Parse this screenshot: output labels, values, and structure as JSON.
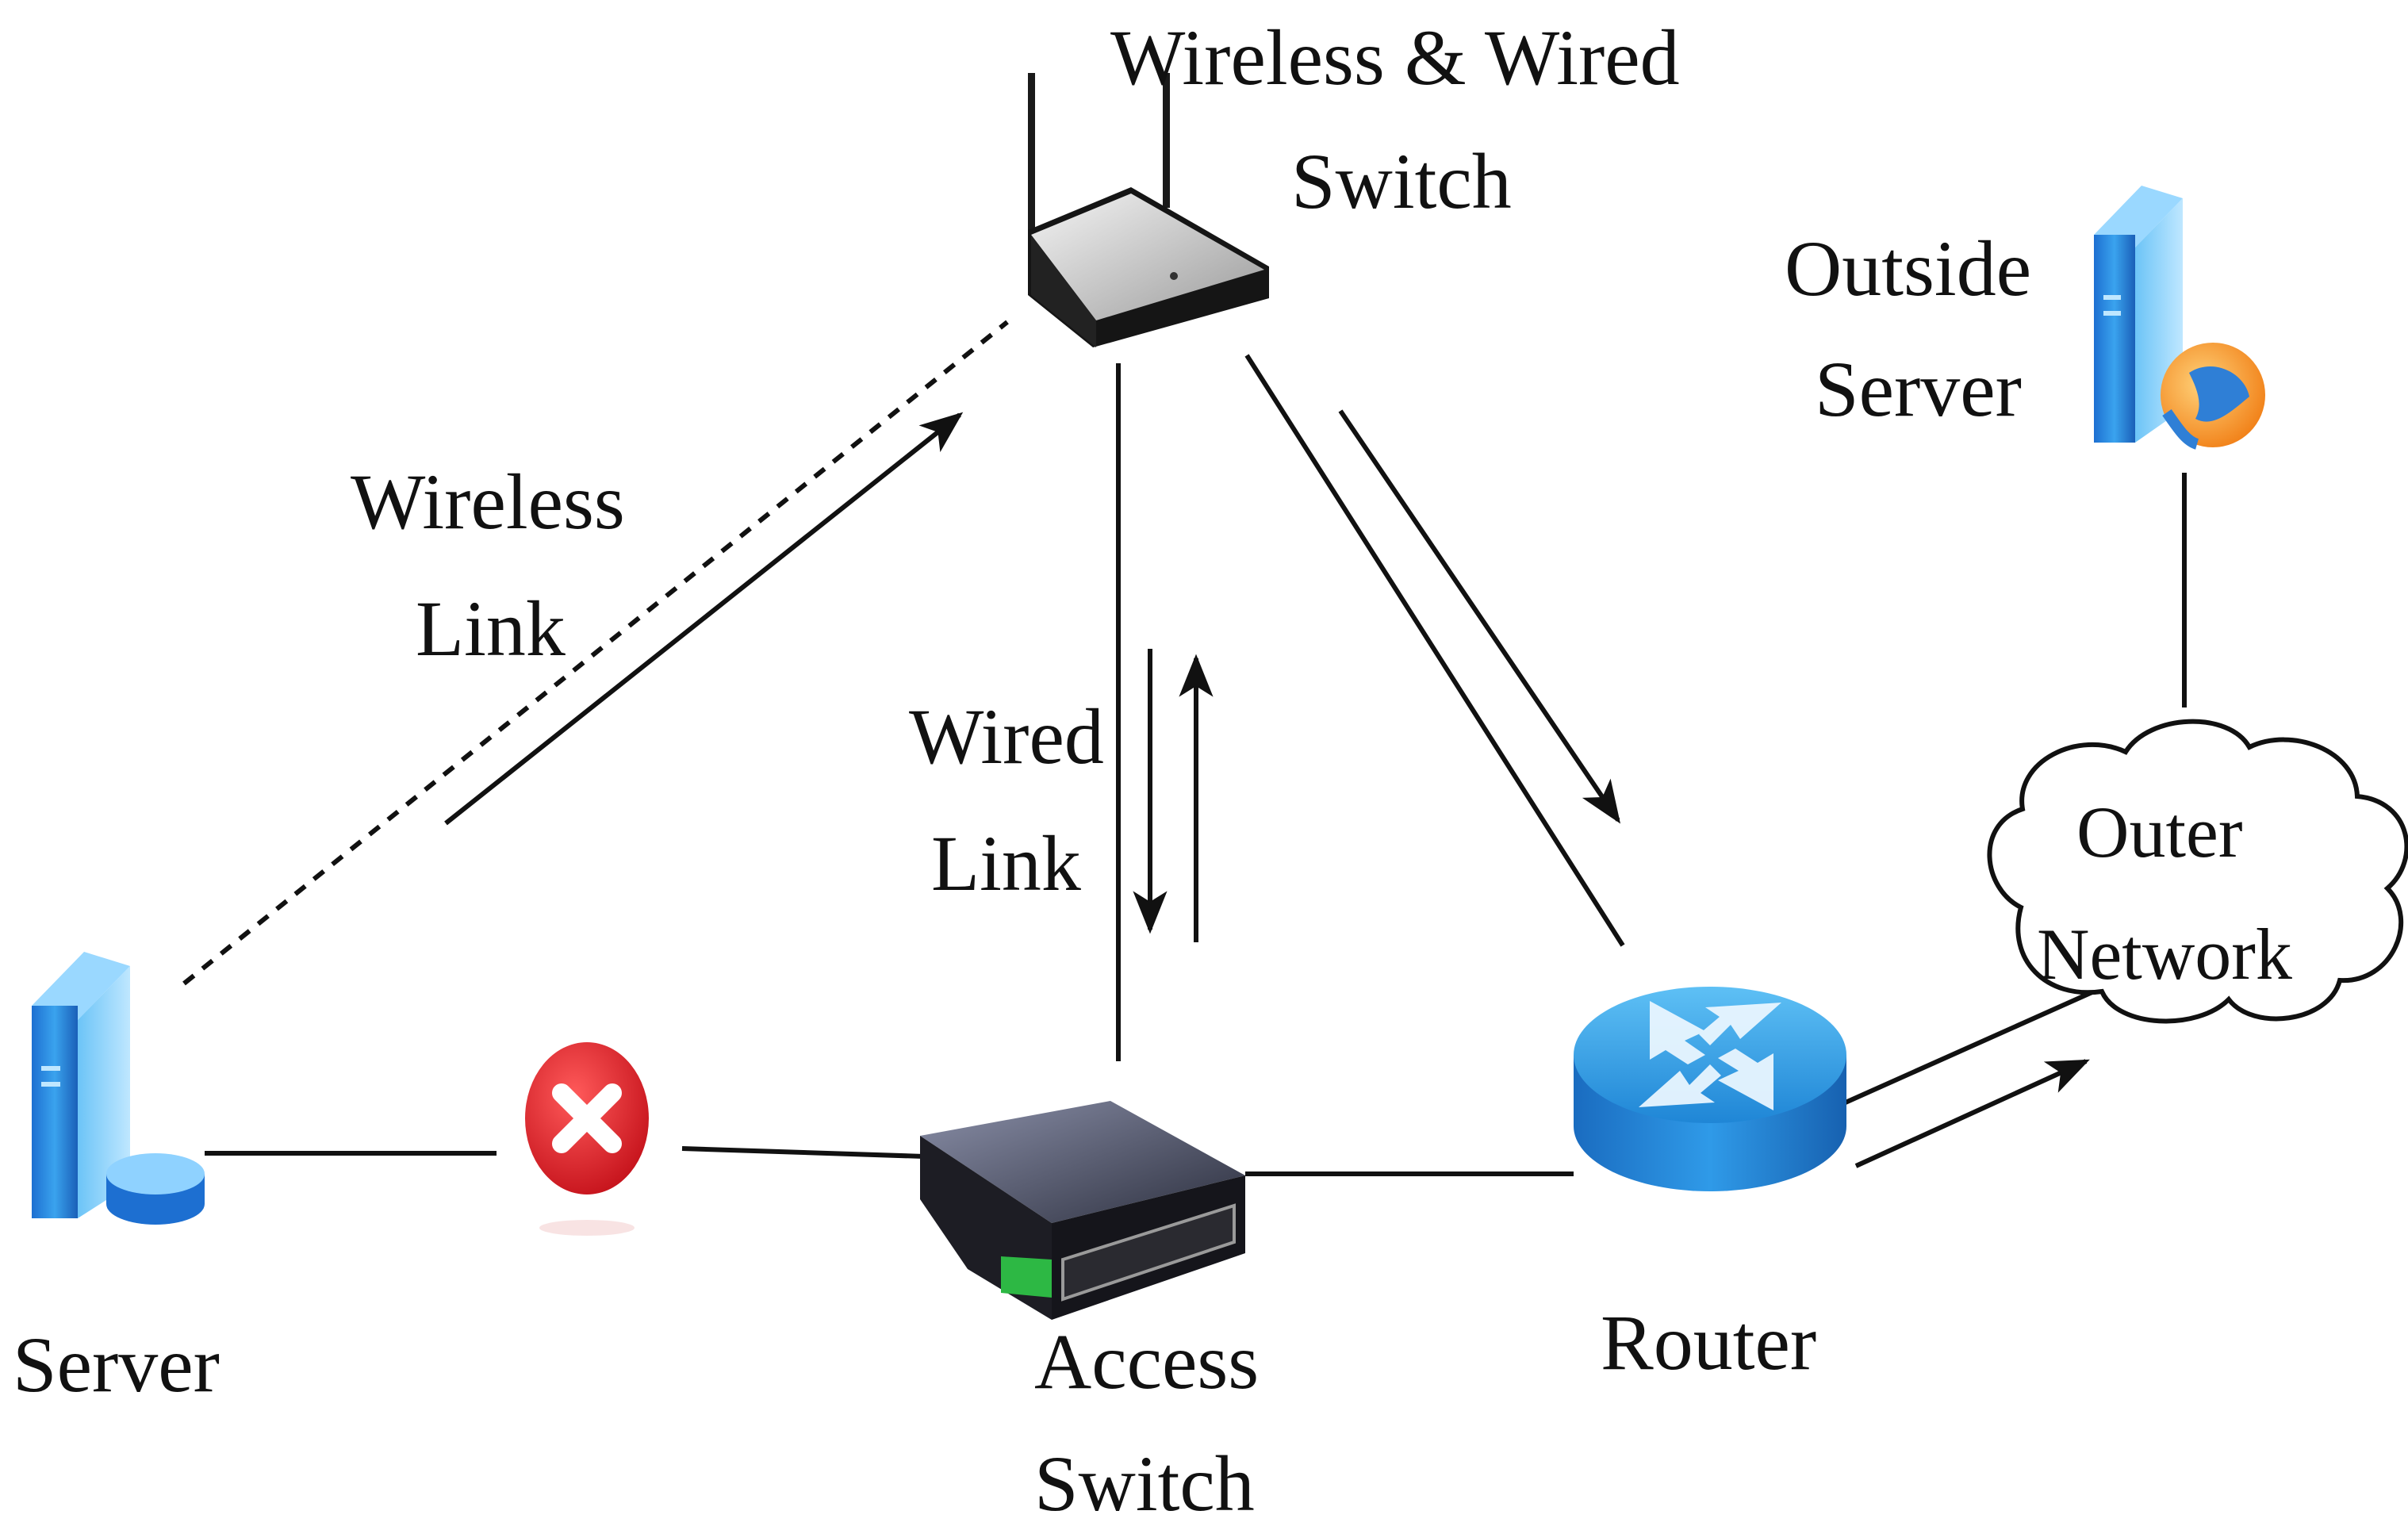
{
  "labels": {
    "wireless_wired_switch": [
      "Wireless & Wired",
      "Switch"
    ],
    "outside_server": [
      "Outside",
      "Server"
    ],
    "wireless_link": [
      "Wireless",
      "Link"
    ],
    "wired_link": [
      "Wired",
      "Link"
    ],
    "outer_network": [
      "Outer",
      "Network"
    ],
    "server": "Server",
    "access_switch": [
      "Access",
      "Switch"
    ],
    "router": "Router"
  },
  "icons": {
    "server": "server-icon",
    "outside_server": "outside-server-icon",
    "wireless_switch": "wireless-router-icon",
    "access_switch": "access-switch-icon",
    "router": "router-icon",
    "outer_network": "cloud-icon",
    "link_failure": "error-x-icon"
  },
  "colors": {
    "device_blue": "#2a8ee0",
    "failure_red": "#e11b22",
    "line": "#111111"
  }
}
